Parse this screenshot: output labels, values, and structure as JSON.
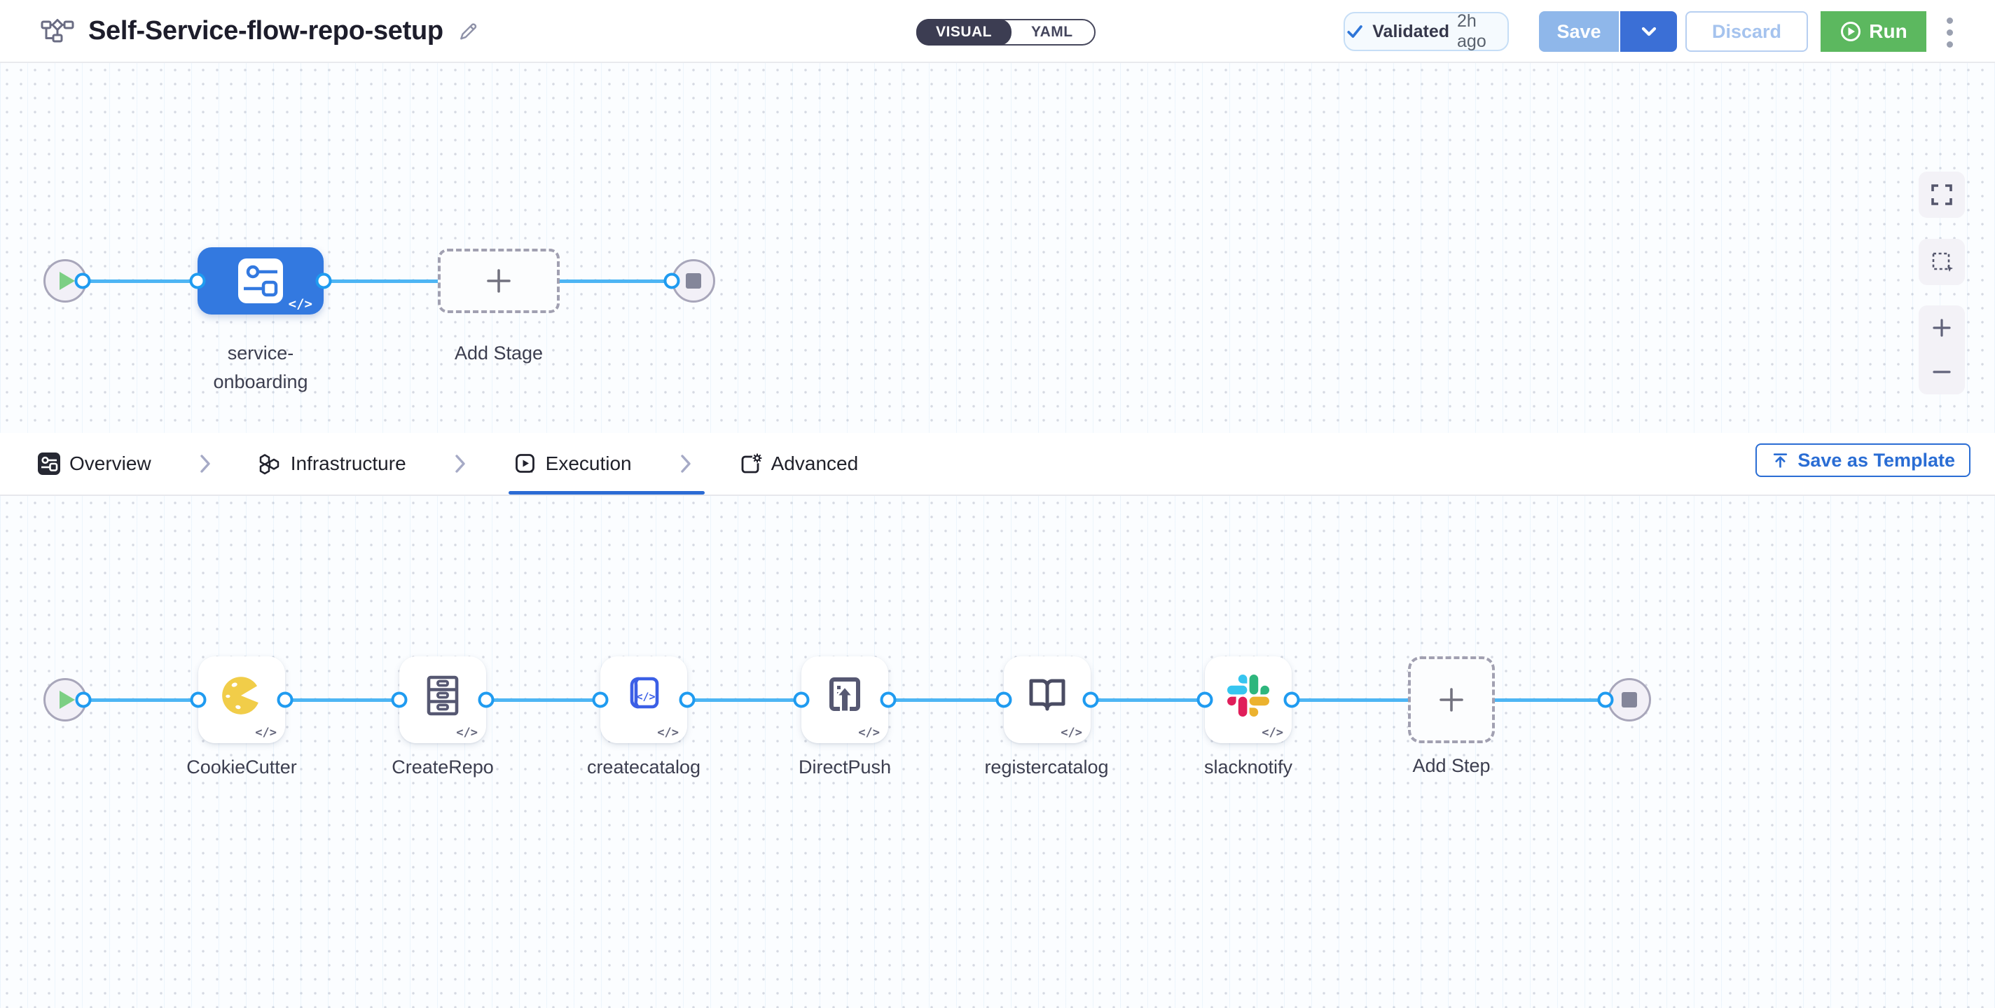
{
  "header": {
    "title": "Self-Service-flow-repo-setup",
    "mode_toggle": {
      "visual": "VISUAL",
      "yaml": "YAML"
    },
    "validated": {
      "label": "Validated",
      "time": "2h ago"
    },
    "buttons": {
      "save": "Save",
      "discard": "Discard",
      "run": "Run"
    }
  },
  "stage_pipeline": {
    "stage_name_line1": "service-",
    "stage_name_line2": "onboarding",
    "add_stage": "Add Stage",
    "code_badge": "</>"
  },
  "tabs": {
    "overview": "Overview",
    "infrastructure": "Infrastructure",
    "execution": "Execution",
    "advanced": "Advanced",
    "selected": "Execution",
    "save_as_template": "Save as Template"
  },
  "execution_pipeline": {
    "steps": [
      {
        "label": "CookieCutter"
      },
      {
        "label": "CreateRepo"
      },
      {
        "label": "createcatalog"
      },
      {
        "label": "DirectPush"
      },
      {
        "label": "registercatalog"
      },
      {
        "label": "slacknotify"
      }
    ],
    "add_step": "Add Step",
    "code_badge": "</>"
  },
  "colors": {
    "accent_blue": "#3379e0",
    "link_blue": "#2a6dd4",
    "run_green": "#5cb85f",
    "line_blue": "#4db5f4",
    "port_blue": "#1f9bf0",
    "toggle_dark": "#3c3d52",
    "cookie_yellow": "#f1cd49",
    "icon_slate": "#565872",
    "slack_blue": "#36C5F0",
    "slack_green": "#2EB67D",
    "slack_yellow": "#ECB22E",
    "slack_red": "#E01E5A"
  }
}
